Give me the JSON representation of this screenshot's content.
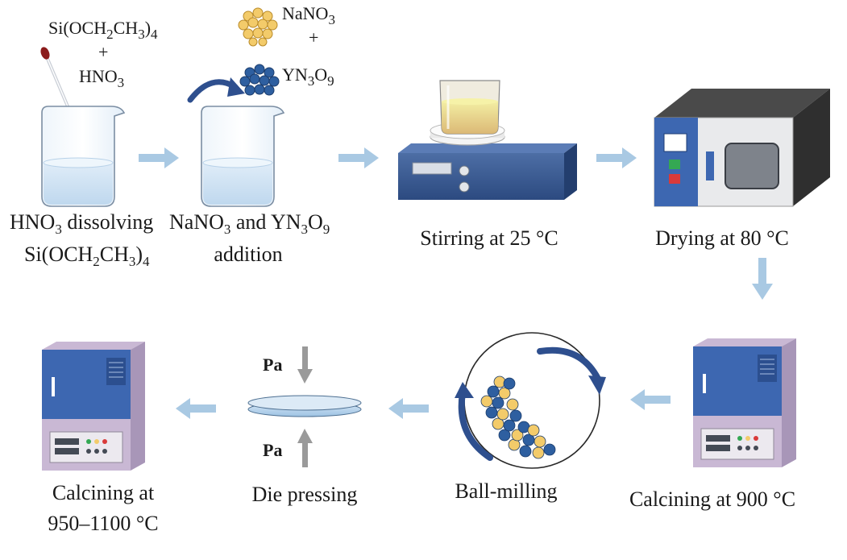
{
  "reagents": {
    "step1_reagent_1": {
      "base": "Si(OCH",
      "sub1": "2",
      "mid": "CH",
      "sub2": "3",
      "close": ")",
      "sub3": "4"
    },
    "step1_plus": "+",
    "step1_reagent_2": {
      "base": "HNO",
      "sub": "3"
    },
    "salt_1": {
      "base": "NaNO",
      "sub": "3"
    },
    "salt_plus": "+",
    "salt_2": {
      "base": "YN",
      "sub1": "3",
      "mid": "O",
      "sub2": "9"
    }
  },
  "steps": {
    "step1": {
      "line1": {
        "base": "HNO",
        "sub": "3",
        "rest": " dissolving"
      },
      "line2": {
        "base": "Si(OCH",
        "sub1": "2",
        "mid": "CH",
        "sub2": "3",
        "close": ")",
        "sub3": "4"
      }
    },
    "step2": {
      "line1": {
        "a": "NaNO",
        "sub1": "3",
        "b": " and YN",
        "sub2": "3",
        "c": "O",
        "sub3": "9"
      },
      "line2": "addition"
    },
    "step3": "Stirring at 25 °C",
    "step4": "Drying at 80 °C",
    "step5": "Calcining at 900 °C",
    "step6": "Ball-milling",
    "step7": "Die pressing",
    "step8": {
      "line1": "Calcining at",
      "line2": "950–1100 °C"
    }
  },
  "pressure_label_top": "Pa",
  "pressure_label_bottom": "Pa",
  "colors": {
    "arrow": "#a9c9e3",
    "furnace_blue": "#3d67b1",
    "furnace_body": "#c9b8d4",
    "ball_yellow": "#f3cb6a",
    "ball_blue": "#2e5fa0",
    "liquid": "#dcebf7"
  }
}
